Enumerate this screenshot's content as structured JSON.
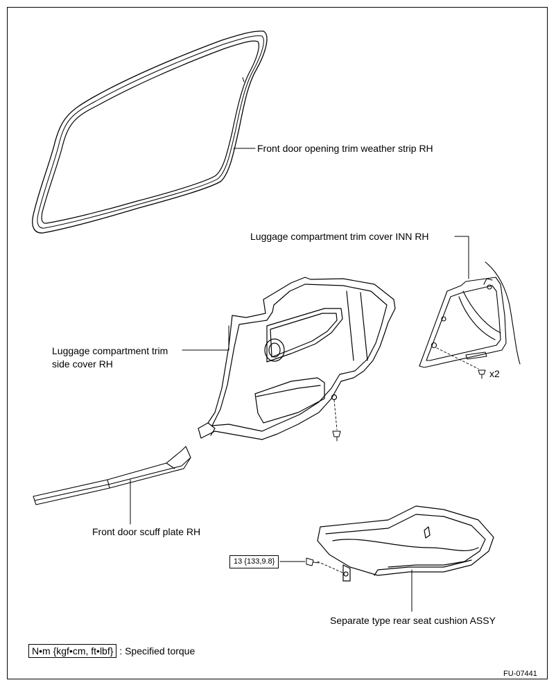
{
  "labels": {
    "weather_strip": "Front door opening trim weather strip RH",
    "trim_inn": "Luggage compartment trim cover INN RH",
    "side_cover_line1": "Luggage compartment trim",
    "side_cover_line2": "side cover RH",
    "qty": "x2",
    "scuff_plate": "Front door scuff plate RH",
    "seat_cushion": "Separate type rear seat cushion ASSY"
  },
  "torque": {
    "value": "13 {133,9.8}"
  },
  "legend": {
    "units": "N•m {kgf•cm, ft•lbf}",
    "text": ": Specified torque"
  },
  "figure_id": "FU-07441"
}
